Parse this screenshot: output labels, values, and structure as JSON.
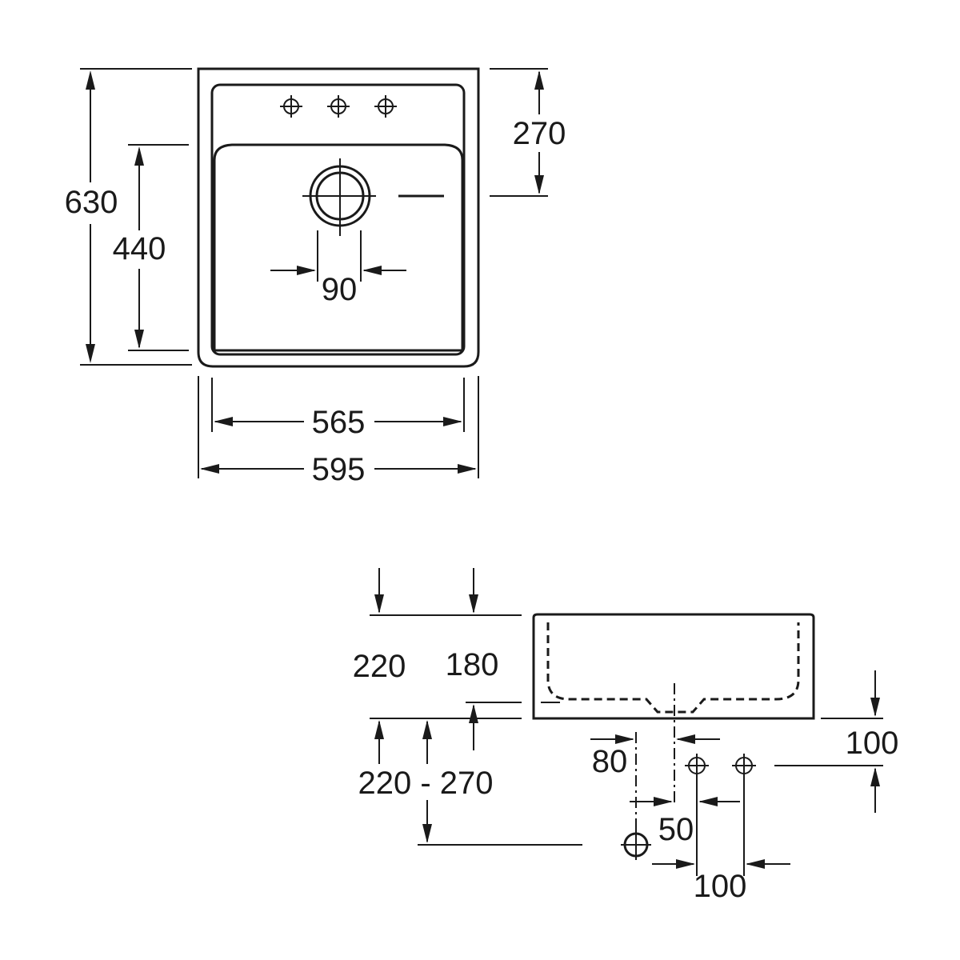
{
  "top_view": {
    "overall_depth": "630",
    "bowl_depth": "440",
    "tap_to_drain": "270",
    "drain_diameter": "90",
    "bowl_width": "565",
    "overall_width": "595"
  },
  "side_view": {
    "overall_height": "220",
    "bowl_height": "180",
    "install_range": "220 - 270",
    "drain_height": "100",
    "drain_offset": "80",
    "waste_offset": "50",
    "waste_spacing": "100"
  }
}
